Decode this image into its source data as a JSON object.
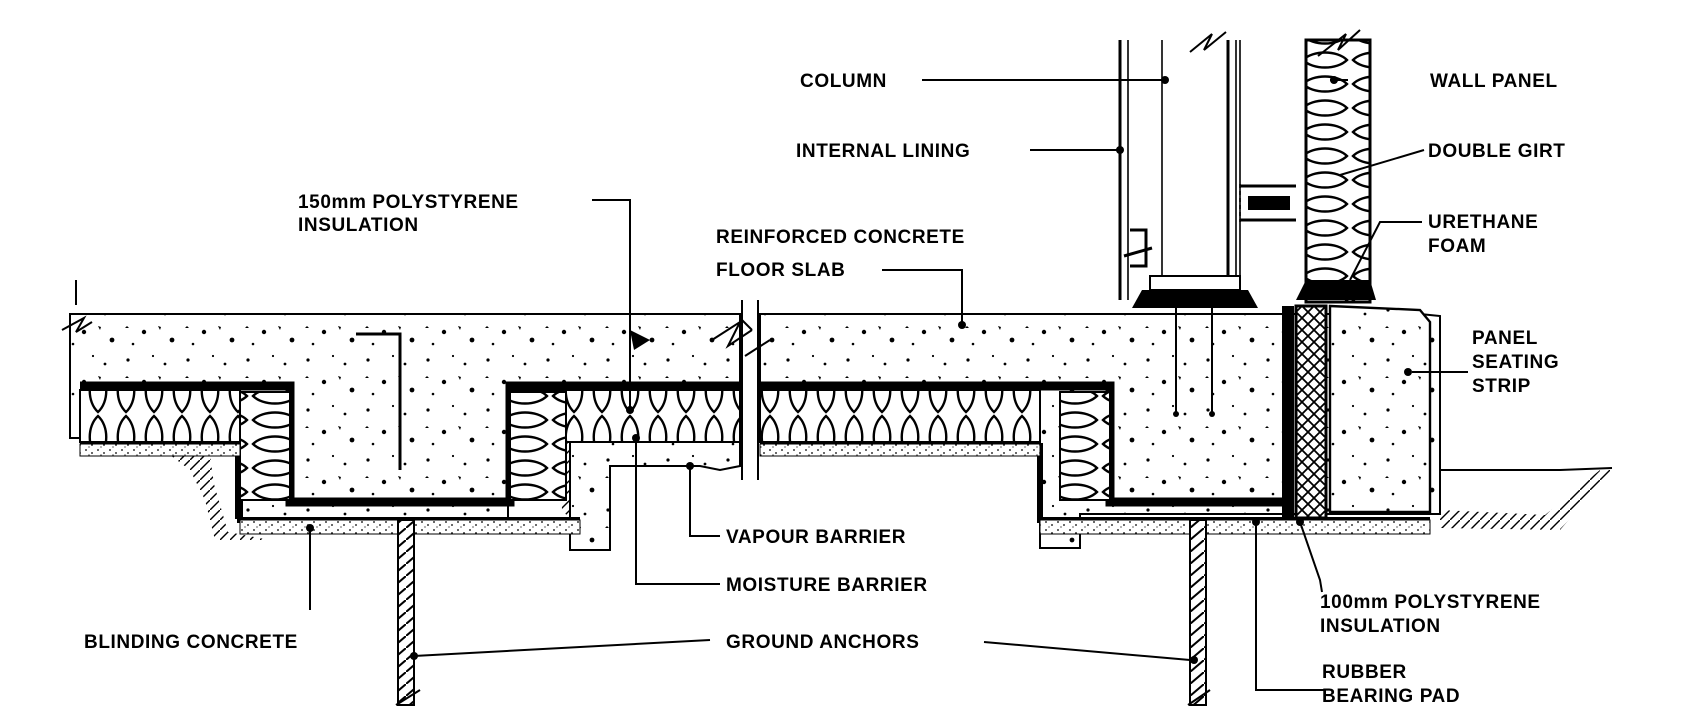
{
  "diagram": {
    "labels": {
      "column": "COLUMN",
      "internal_lining": "INTERNAL LINING",
      "polystyrene_150_line1": "150mm POLYSTYRENE",
      "polystyrene_150_line2": "INSULATION",
      "slab_line1": "REINFORCED CONCRETE",
      "slab_line2": "FLOOR SLAB",
      "wall_panel": "WALL PANEL",
      "double_girt": "DOUBLE GIRT",
      "urethane_line1": "URETHANE",
      "urethane_line2": "FOAM",
      "panel_seating_line1": "PANEL",
      "panel_seating_line2": "SEATING",
      "panel_seating_line3": "STRIP",
      "vapour_barrier": "VAPOUR BARRIER",
      "moisture_barrier": "MOISTURE BARRIER",
      "polystyrene_100_line1": "100mm POLYSTYRENE",
      "polystyrene_100_line2": "INSULATION",
      "blinding_concrete": "BLINDING CONCRETE",
      "ground_anchors": "GROUND ANCHORS",
      "rubber_pad_line1": "RUBBER",
      "rubber_pad_line2": "BEARING PAD"
    }
  }
}
